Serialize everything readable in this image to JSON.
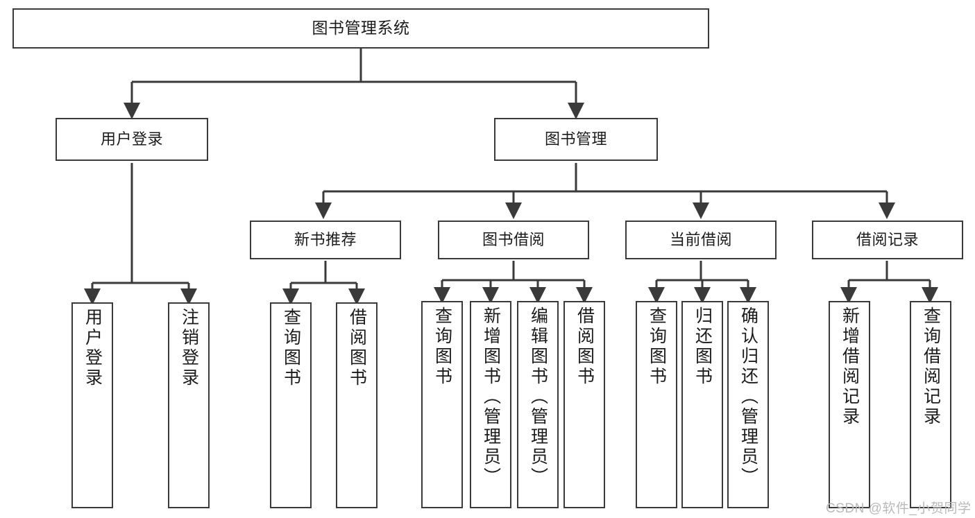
{
  "diagram": {
    "type": "hierarchy-tree",
    "title": "图书管理系统",
    "levels": 4,
    "colors": {
      "box_border": "#3a3a3a",
      "box_fill": "#ffffff",
      "edge": "#3a3a3a",
      "text": "#1b1b1b",
      "watermark": "#b9b9b9",
      "background": "#ffffff"
    },
    "nodes": {
      "root": {
        "label": "图书管理系统"
      },
      "level2": [
        {
          "id": "user-login",
          "label": "用户登录"
        },
        {
          "id": "book-management",
          "label": "图书管理"
        }
      ],
      "level3": [
        {
          "id": "new-book-recommend",
          "label": "新书推荐"
        },
        {
          "id": "book-borrow",
          "label": "图书借阅"
        },
        {
          "id": "current-borrow",
          "label": "当前借阅"
        },
        {
          "id": "borrow-record",
          "label": "借阅记录"
        }
      ],
      "leaves": {
        "user-login": [
          {
            "id": "leaf-user-login",
            "label": "用户登录"
          },
          {
            "id": "leaf-logout-login",
            "label": "注销登录"
          }
        ],
        "new-book-recommend": [
          {
            "id": "leaf-query-book-1",
            "label": "查询图书"
          },
          {
            "id": "leaf-borrow-book-1",
            "label": "借阅图书"
          }
        ],
        "book-borrow": [
          {
            "id": "leaf-query-book-2",
            "label": "查询图书"
          },
          {
            "id": "leaf-add-book",
            "label": "新增图书（管理员）"
          },
          {
            "id": "leaf-edit-book",
            "label": "编辑图书（管理员）"
          },
          {
            "id": "leaf-borrow-book-2",
            "label": "借阅图书"
          }
        ],
        "current-borrow": [
          {
            "id": "leaf-query-book-3",
            "label": "查询图书"
          },
          {
            "id": "leaf-return-book",
            "label": "归还图书"
          },
          {
            "id": "leaf-confirm-return",
            "label": "确认归还（管理员）"
          }
        ],
        "borrow-record": [
          {
            "id": "leaf-add-record",
            "label": "新增借阅记录"
          },
          {
            "id": "leaf-query-record",
            "label": "查询借阅记录"
          }
        ]
      }
    },
    "watermark": "CSDN @软件_小贺同学"
  }
}
